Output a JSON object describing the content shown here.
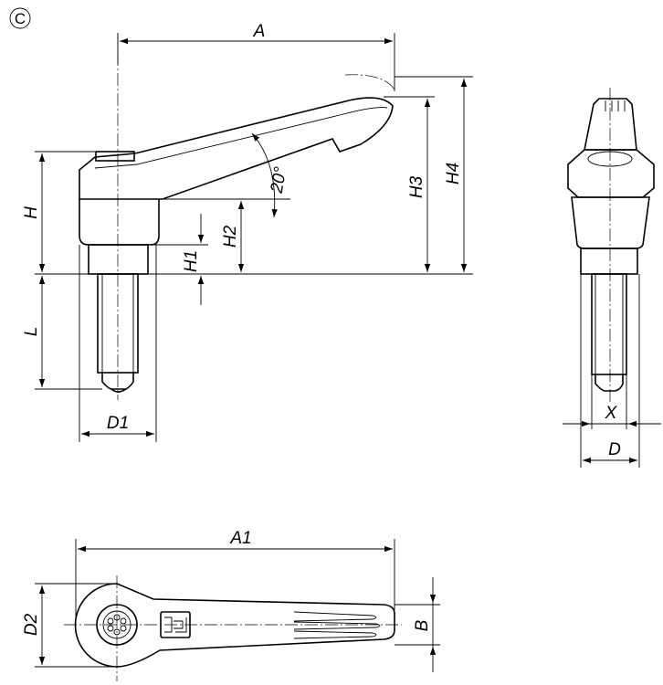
{
  "variant": "C",
  "dimensions": {
    "A": "A",
    "A1": "A1",
    "B": "B",
    "D": "D",
    "D1": "D1",
    "D2": "D2",
    "H": "H",
    "H1": "H1",
    "H2": "H2",
    "H3": "H3",
    "H4": "H4",
    "L": "L",
    "X": "X"
  },
  "angle": "20°"
}
